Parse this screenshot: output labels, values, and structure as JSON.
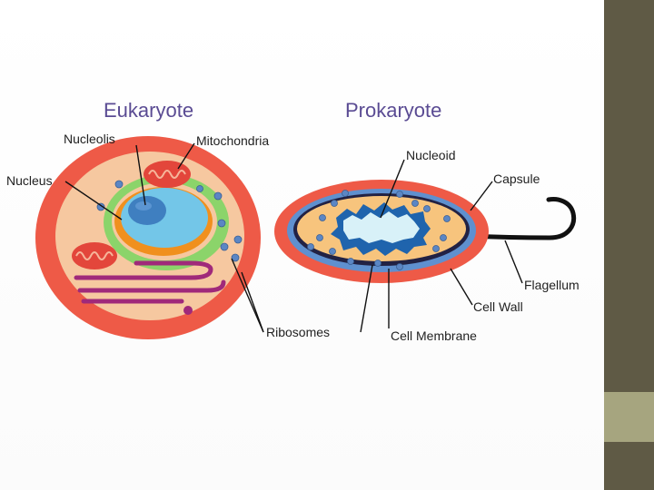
{
  "diagram": {
    "eukaryote": {
      "title": "Eukaryote",
      "labels": {
        "nucleolis": "Nucleolis",
        "mitochondria": "Mitochondria",
        "nucleus": "Nucleus",
        "ribosomes": "Ribosomes"
      }
    },
    "prokaryote": {
      "title": "Prokaryote",
      "labels": {
        "nucleoid": "Nucleoid",
        "capsule": "Capsule",
        "flagellum": "Flagellum",
        "cell_wall": "Cell Wall",
        "cell_membrane": "Cell Membrane"
      }
    }
  },
  "colors": {
    "title": "#5a4b93",
    "eukaryote_outer": "#ee5a47",
    "eukaryote_cytoplasm": "#f6c8a0",
    "nucleus": "#73c6e8",
    "nucleolus": "#3f7fc0",
    "er": "#8bd46a",
    "mitochondria": "#e3463b",
    "golgi": "#a0297a",
    "ribosome": "#5b86c4",
    "capsule": "#ee5a47",
    "cell_wall": "#5f90cf",
    "cytoplasm_pro": "#f7c47d",
    "nucleoid": "#1f64ad",
    "slide_band_dark": "#5f5a45",
    "slide_band_light": "#a6a57f"
  }
}
